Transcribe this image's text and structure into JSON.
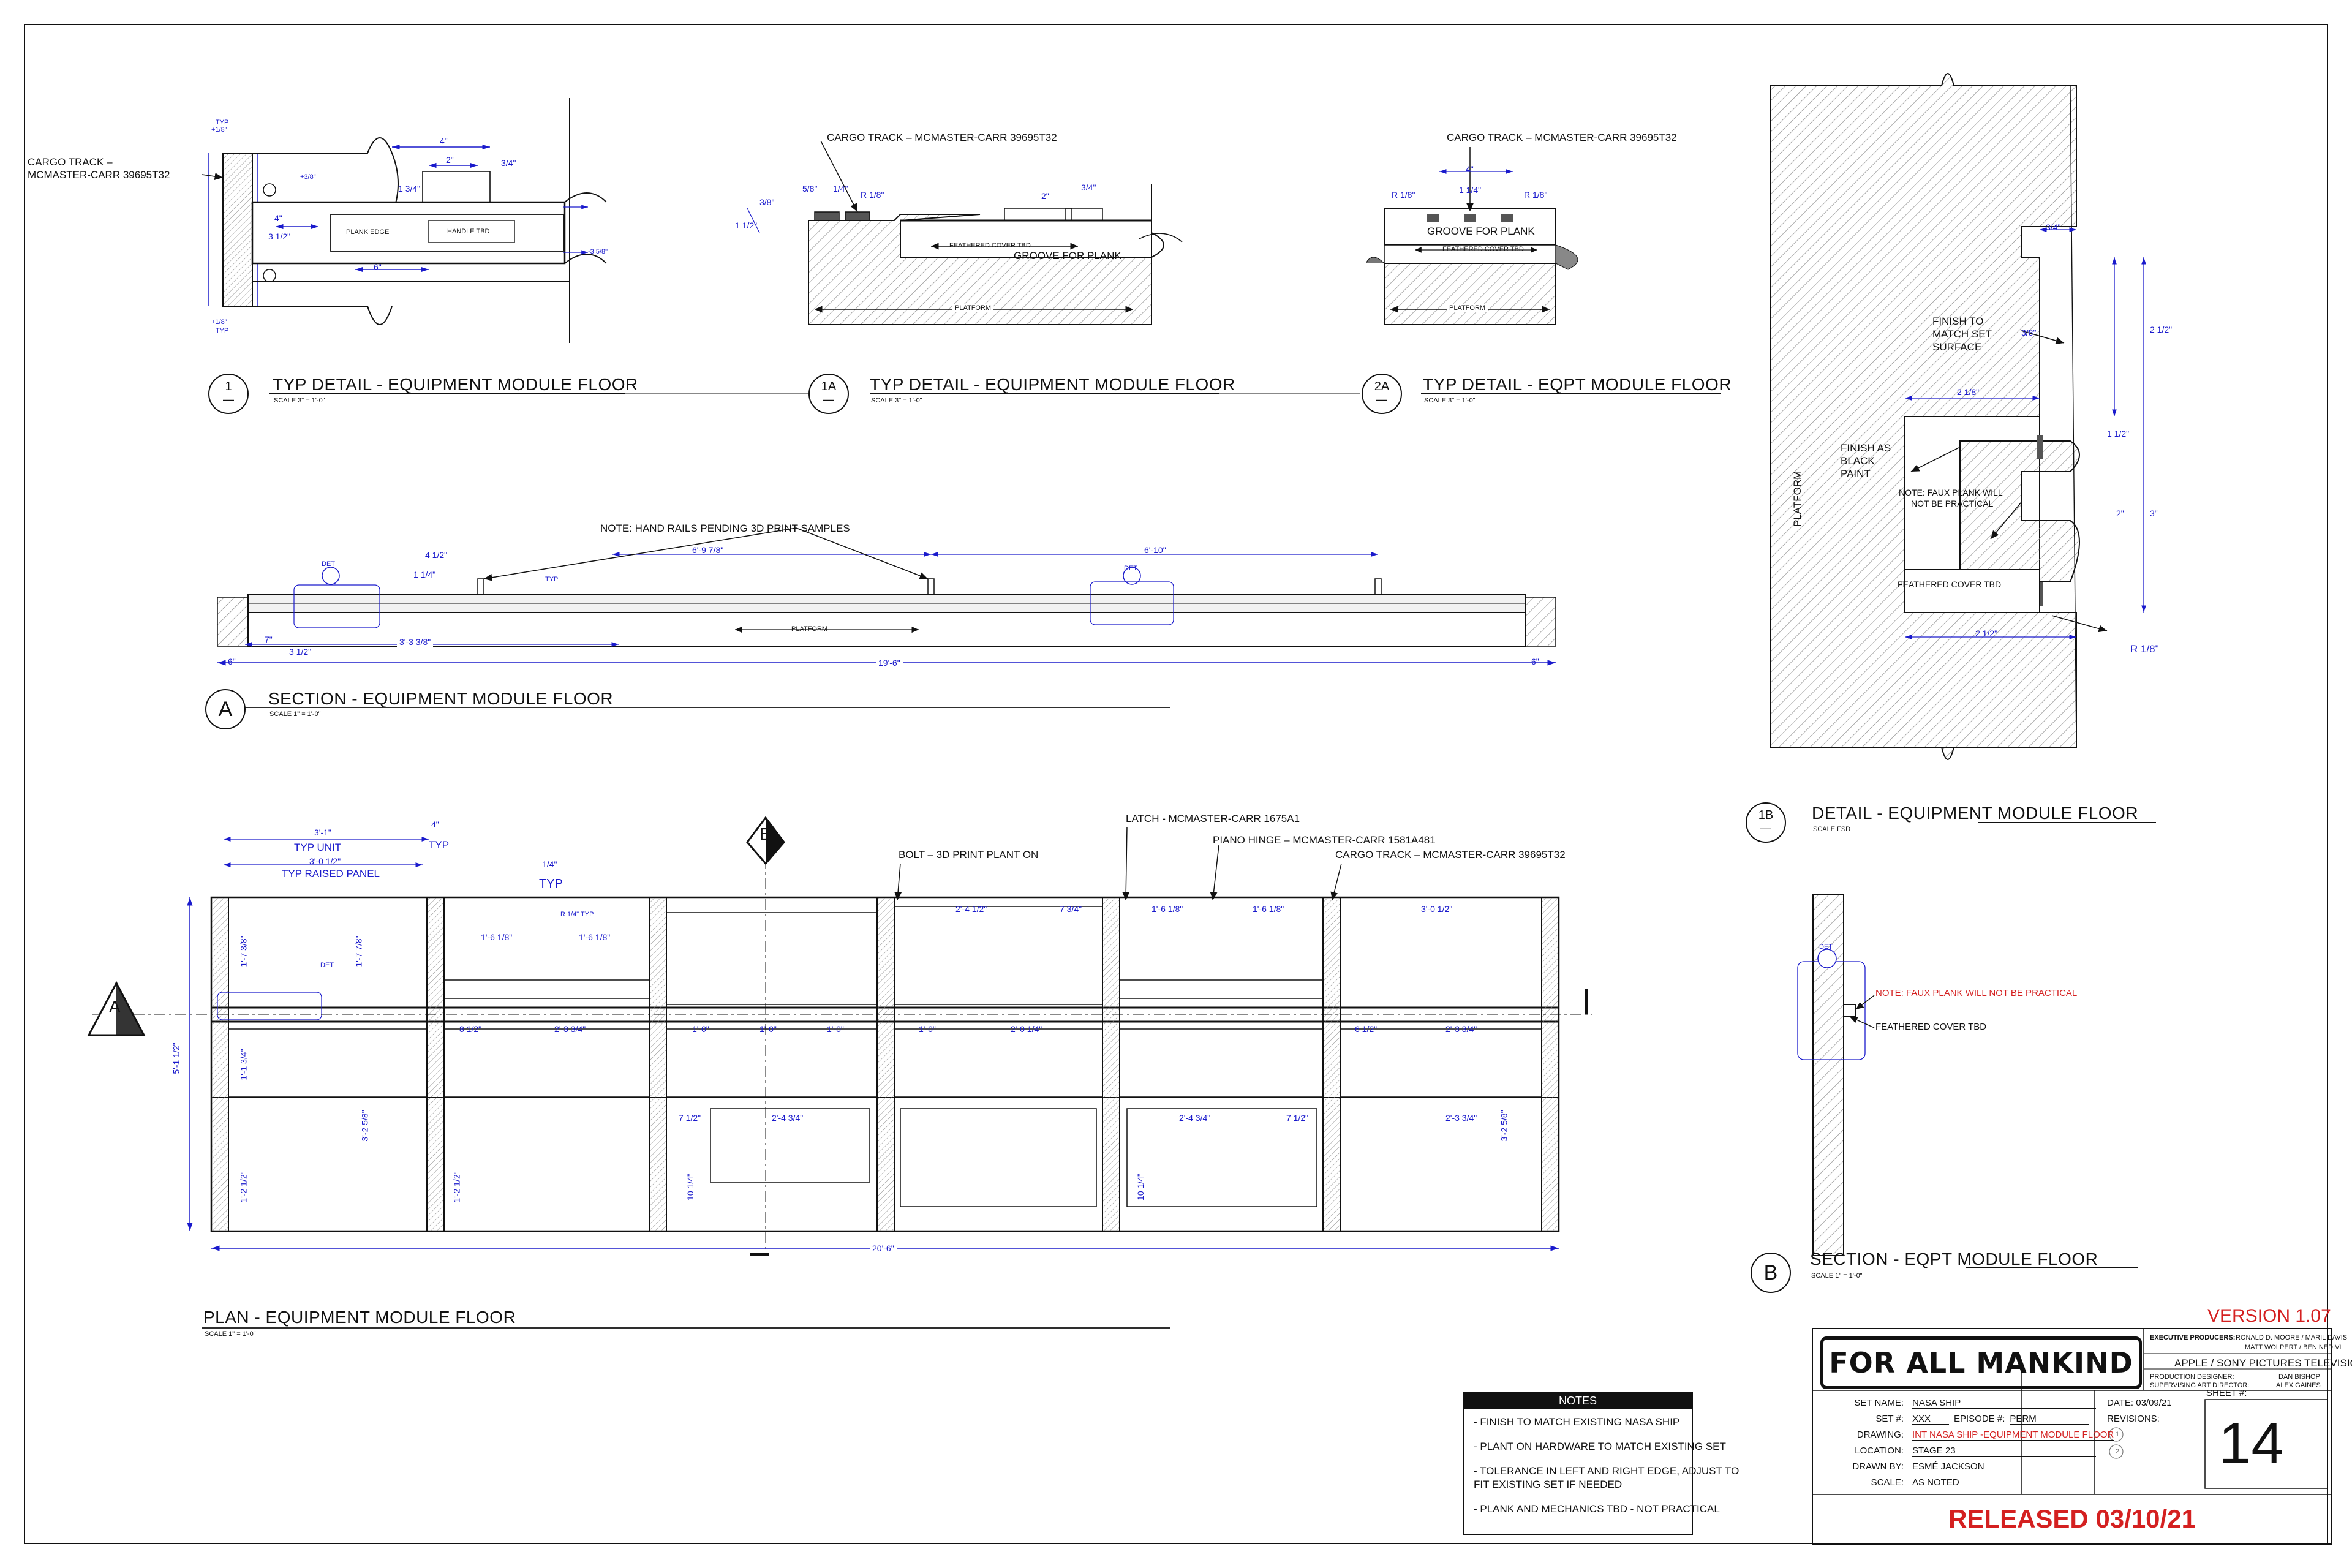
{
  "details": {
    "d1": {
      "number": "1",
      "title": "TYP DETAIL - EQUIPMENT MODULE FLOOR",
      "scale": "SCALE  3\" = 1'-0\""
    },
    "d1a": {
      "number": "1A",
      "title": "TYP DETAIL - EQUIPMENT MODULE FLOOR",
      "scale": "SCALE  3\" = 1'-0\""
    },
    "d2a": {
      "number": "2A",
      "title": "TYP DETAIL - EQPT MODULE FLOOR",
      "scale": "SCALE  3\" = 1'-0\""
    },
    "d1b": {
      "number": "1B",
      "title": "DETAIL - EQUIPMENT MODULE FLOOR",
      "scale": "SCALE  FSD"
    },
    "secA": {
      "letter": "A",
      "title": "SECTION - EQUIPMENT MODULE FLOOR",
      "scale": "SCALE  1\" = 1'-0\""
    },
    "secB": {
      "letter": "B",
      "title": "SECTION - EQPT MODULE FLOOR",
      "scale": "SCALE  1\" = 1'-0\""
    },
    "plan": {
      "title": "PLAN - EQUIPMENT MODULE FLOOR",
      "scale": "SCALE  1\" = 1'-0\""
    }
  },
  "labels": {
    "cargo_track_1": "CARGO TRACK –",
    "cargo_track_1b": "MCMASTER-CARR 39695T32",
    "cargo_track_top": "CARGO TRACK – MCMASTER-CARR 39695T32",
    "plank_edge": "PLANK EDGE",
    "handle_tbd": "HANDLE TBD",
    "groove_for_plank": "GROOVE FOR PLANK",
    "feathered_cover_tbd": "FEATHERED COVER TBD",
    "platform": "PLATFORM",
    "handrails_note": "NOTE: HAND RAILS PENDING 3D PRINT SAMPLES",
    "finish_match": "FINISH TO MATCH SET SURFACE",
    "finish_match_l1": "FINISH TO",
    "finish_match_l2": "MATCH SET",
    "finish_match_l3": "SURFACE",
    "finish_black_l1": "FINISH AS",
    "finish_black_l2": "BLACK",
    "finish_black_l3": "PAINT",
    "faux_plank_l1": "NOTE: FAUX PLANK WILL",
    "faux_plank_l2": "NOT BE PRACTICAL",
    "feathered_cover_tbd_caps": "FEATHERED COVER TBD",
    "typ_unit": "TYP UNIT",
    "typ_raised_panel": "TYP RAISED PANEL",
    "typ": "TYP",
    "latch": "LATCH - MCMASTER-CARR 1675A1",
    "piano_hinge": "PIANO HINGE – MCMASTER-CARR 1581A481",
    "bolt": "BOLT – 3D PRINT PLANT ON",
    "cargo_track_plan": "CARGO TRACK – MCMASTER-CARR 39695T32",
    "secB_note": "NOTE: FAUX PLANK WILL NOT BE PRACTICAL",
    "secB_cover": "FEATHERED COVER TBD",
    "det": "DET",
    "r_quarter_typ": "R 1/4\" TYP"
  },
  "dims": {
    "d_4": "4\"",
    "d_2": "2\"",
    "d_3_4": "3/4\"",
    "d_1_3_4": "1 3/4\"",
    "d_3_1_2": "3 1/2\"",
    "d_6": "6\"",
    "d_1_4": "1/4\"",
    "d_1_8": "1/8\"",
    "d_3_8": "3/8\"",
    "d_5_8": "5/8\"",
    "d_1_1_2": "1 1/2\"",
    "d_1_1_4": "1 1/4\"",
    "d_r1_8": "R 1/8\"",
    "d_2_1_2": "2 1/2\"",
    "d_2_1_8": "2 1/8\"",
    "d_3": "3\"",
    "d_4_1_2": "4 1/2\"",
    "d_7": "7\"",
    "d_3_3_3_8": "3'-3 3/8\"",
    "d_6_9_7_8": "6'-9 7/8\"",
    "d_6_10": "6'-10\"",
    "d_19_6": "19'-6\"",
    "d_3_1": "3'-1\"",
    "d_3_0_1_2": "3'-0 1/2\"",
    "d_20_6": "20'-6\"",
    "d_5_1_1_2": "5'-1 1/2\"",
    "d_1_7_3_8": "1'-7 3/8\"",
    "d_1_7_7_8": "1'-7 7/8\"",
    "d_1_6_1_8": "1'-6 1/8\"",
    "d_2_4_1_2": "2'-4 1/2\"",
    "d_7_3_4": "7 3/4\"",
    "d_2_3_3_4": "2'-3 3/4\"",
    "d_2_4_3_4": "2'-4 3/4\"",
    "d_1_0": "1'-0\"",
    "d_2_0_1_4": "2'-0 1/4\"",
    "d_8_1_2": "8 1/2\"",
    "d_6_1_2": "6 1/2\"",
    "d_7_1_2": "7 1/2\"",
    "d_1_1_3_4": "1'-1 3/4\"",
    "d_3_2_5_8": "3'-2 5/8\"",
    "d_1_2_1_2": "1'-2 1/2\"",
    "d_10_1_4": "10 1/4\"",
    "d_plus_3_8": "+3/8\"",
    "d_plus_1_8": "+1/8\"",
    "d_minus_3_8": "-3 5/8\""
  },
  "notes": {
    "header": "NOTES",
    "items": [
      "- FINISH TO MATCH EXISTING NASA SHIP",
      "- PLANT ON HARDWARE TO MATCH EXISTING SET",
      "- TOLERANCE IN LEFT AND RIGHT EDGE, ADJUST TO",
      "FIT EXISTING SET IF NEEDED",
      "- PLANK AND MECHANICS TBD - NOT PRACTICAL"
    ]
  },
  "title_block": {
    "version": "VERSION 1.07",
    "logo": "FOR ALL MANKIND",
    "exec_label": "EXECUTIVE PRODUCERS:",
    "exec_names_1": "RONALD D. MOORE / MARIL DAVIS",
    "exec_names_2": "MATT WOLPERT / BEN NEDIVI",
    "studio": "APPLE  /  SONY PICTURES TELEVISION",
    "pd_label": "PRODUCTION DESIGNER:",
    "sad_label": "SUPERVISING ART DIRECTOR:",
    "pd_name": "DAN BISHOP",
    "sad_name": "ALEX GAINES",
    "set_name_label": "SET NAME:",
    "set_name": "NASA SHIP",
    "set_label": "SET #:",
    "set_value": "XXX",
    "episode_label": "EPISODE #:",
    "episode_value": "PERM",
    "drawing_label": "DRAWING:",
    "drawing_value": "INT NASA SHIP -EQUIPMENT MODULE FLOOR",
    "location_label": "LOCATION:",
    "location_value": "STAGE 23",
    "drawn_label": "DRAWN BY:",
    "drawn_value": "ESMÉ JACKSON",
    "scale_label": "SCALE:",
    "scale_value": "AS NOTED",
    "date_label": "DATE: 03/09/21",
    "revisions_label": "REVISIONS:",
    "rev1": "1",
    "rev2": "2",
    "sheet_label": "SHEET #:",
    "sheet_number": "14",
    "released": "RELEASED 03/10/21"
  },
  "colors": {
    "dimension": "#1a1acc",
    "red_note": "#d42020",
    "line": "#111111",
    "hatch": "#9a9a9a"
  }
}
